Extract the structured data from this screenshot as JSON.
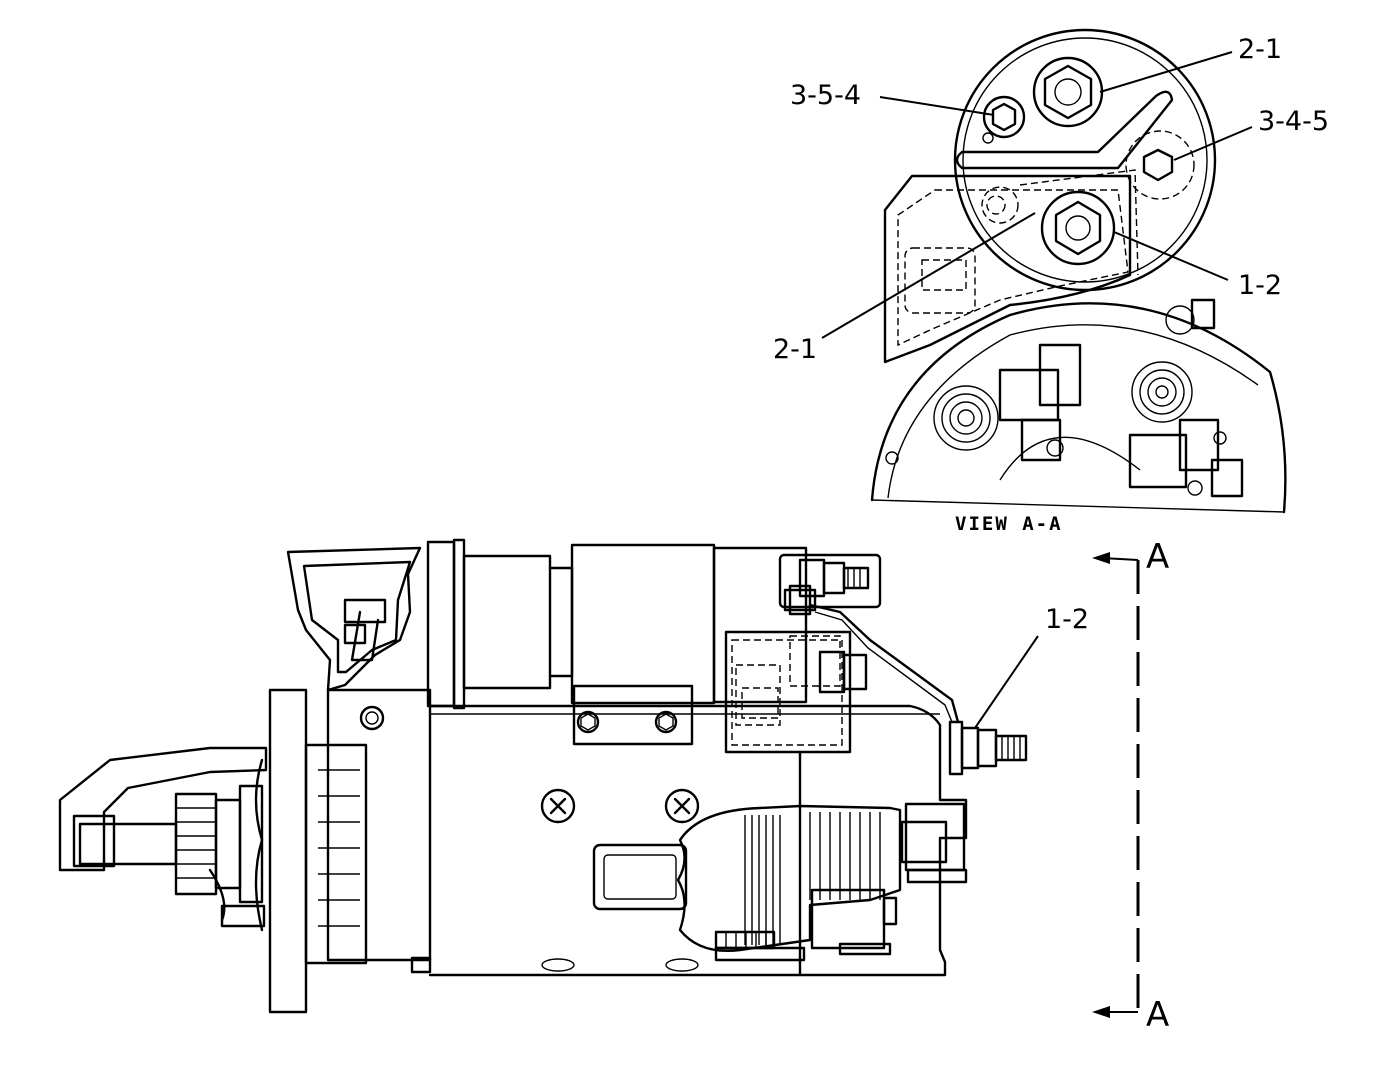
{
  "view": {
    "caption": "VIEW A-A"
  },
  "section_marks": {
    "top": "A",
    "bottom": "A"
  },
  "callouts": {
    "view_2_1_top": "2-1",
    "view_3_5_4": "3-5-4",
    "view_3_4_5": "3-4-5",
    "view_1_2": "1-2",
    "view_2_1_left": "2-1",
    "main_1_2": "1-2"
  },
  "colors": {
    "line": "#000000",
    "background": "#ffffff"
  }
}
